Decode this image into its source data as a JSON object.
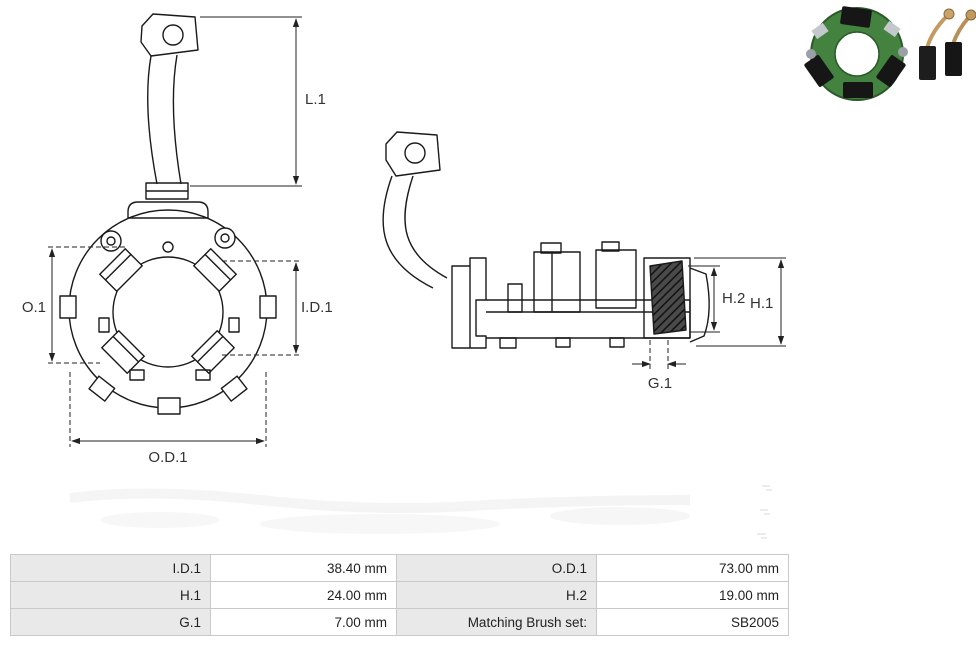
{
  "drawing": {
    "front_view": {
      "dim_l1": "L.1",
      "dim_o1": "O.1",
      "dim_id1": "I.D.1",
      "dim_od1": "O.D.1"
    },
    "side_view": {
      "dim_h1": "H.1",
      "dim_h2": "H.2",
      "dim_g1": "G.1"
    }
  },
  "spec_table": {
    "rows": [
      {
        "label_left": "I.D.1",
        "value_left": "38.40 mm",
        "label_right": "O.D.1",
        "value_right": "73.00 mm"
      },
      {
        "label_left": "H.1",
        "value_left": "24.00 mm",
        "label_right": "H.2",
        "value_right": "19.00 mm"
      },
      {
        "label_left": "G.1",
        "value_left": "7.00 mm",
        "label_right": "Matching Brush set:",
        "value_right": "SB2005"
      }
    ]
  },
  "colors": {
    "line": "#1a1a1a",
    "dimension": "#222222",
    "table_label_bg": "#e9e9e9",
    "table_border": "#c9c9c9",
    "photo_green": "#44833f",
    "photo_copper": "#c59a62"
  }
}
